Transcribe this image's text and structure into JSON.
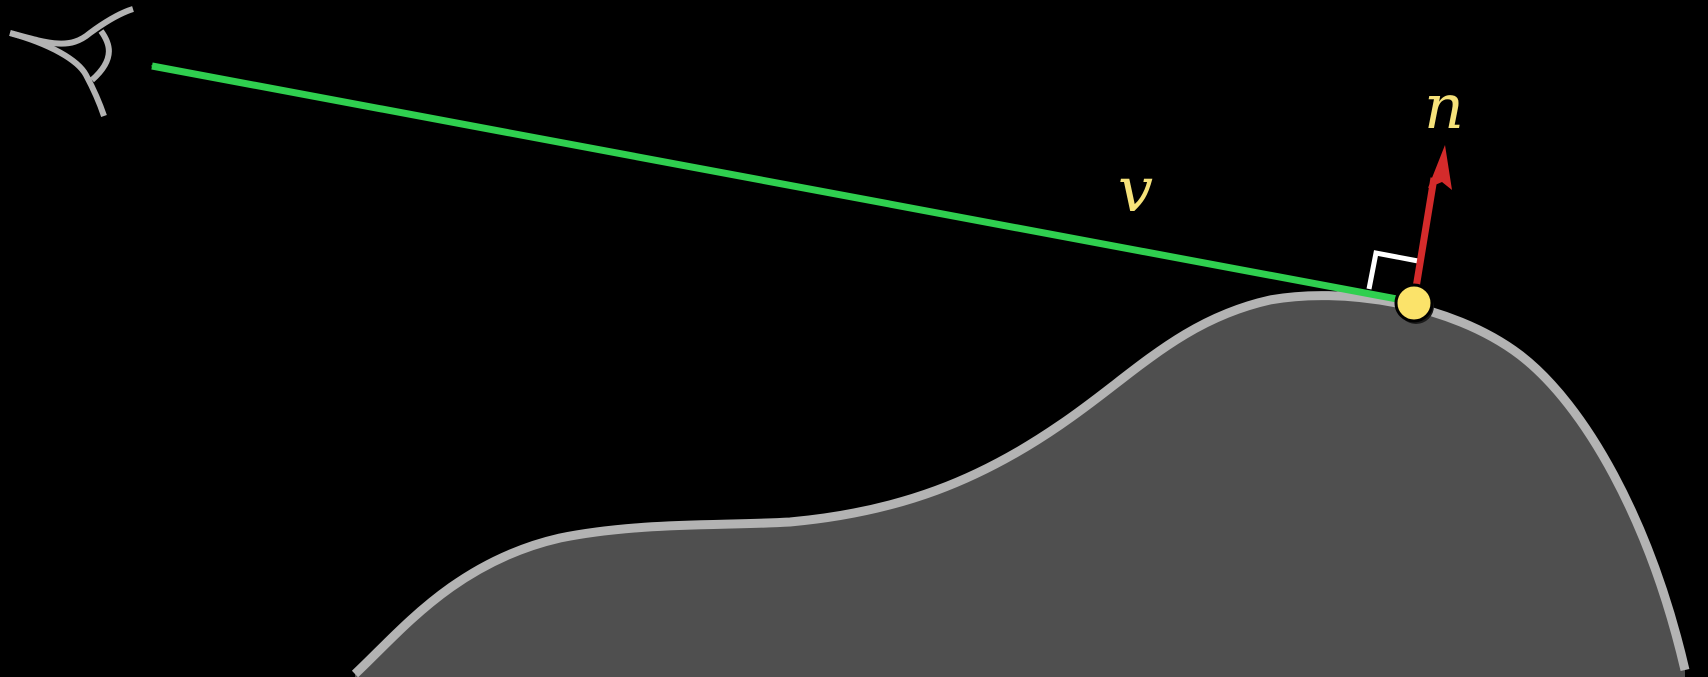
{
  "labels": {
    "view_vector": "v",
    "normal_vector": "n"
  },
  "colors": {
    "background": "#000000",
    "surface_fill": "#4f4f4f",
    "surface_outline": "#b3b3b3",
    "eye": "#b3b3b3",
    "view_vector": "#2fcf4f",
    "normal_vector": "#d42b2b",
    "point": "#fbe36a",
    "label": "#f6e27a",
    "right_angle_marker": "#ffffff"
  },
  "icons": {
    "eye": "eye-icon",
    "surface_point": "point-marker"
  }
}
